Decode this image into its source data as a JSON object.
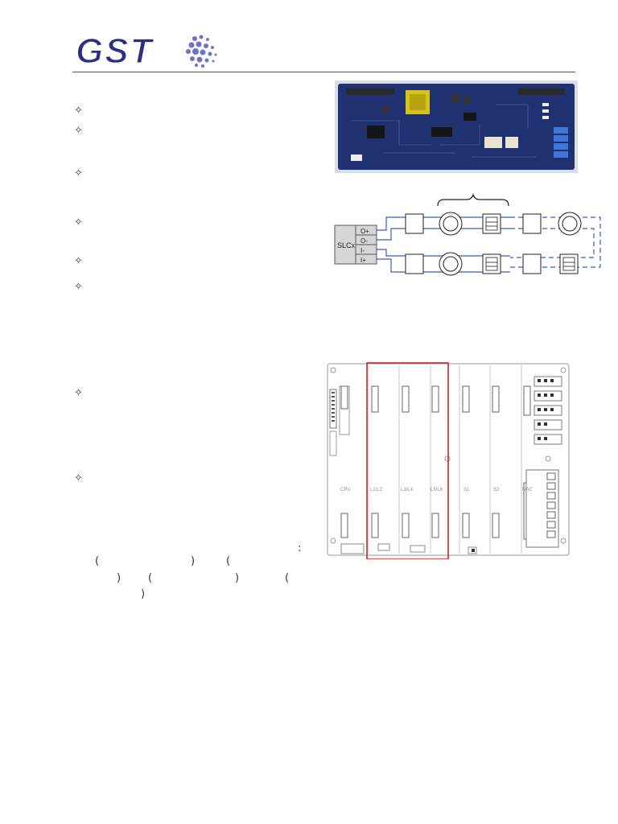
{
  "header": {
    "logo_text": "GST"
  },
  "wiring_diagram": {
    "controller_label": "SLCx",
    "terminals": [
      "O+",
      "O-",
      "I-",
      "I+"
    ]
  },
  "panel_diagram": {
    "slot_labels": [
      "CPU",
      "L1/L2",
      "L3/L4",
      "L5/L6",
      "S1",
      "S2",
      "NAC"
    ]
  },
  "colors": {
    "logo_blue": "#2a2f86",
    "wire_blue": "#3a5fb5",
    "highlight_red": "#c8282a",
    "board_blue": "#1f3170"
  }
}
